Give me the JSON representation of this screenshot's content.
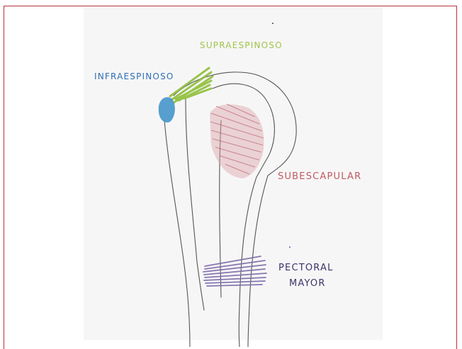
{
  "labels": {
    "supraespinoso": "SUPRAESPINOSO",
    "infraespinoso": "INFRAESPINOSO",
    "subescapular": "SUBESCAPULAR",
    "pectoral_line1": "PECTORAL",
    "pectoral_line2": "MAYOR"
  },
  "colors": {
    "frame": "#b8323a",
    "bone_line": "#555555",
    "supraespinoso": "#8fbf3a",
    "infraespinoso": "#3a8fc8",
    "subescapular": "#c06a72",
    "pectoral_mayor": "#7a6aa8"
  }
}
